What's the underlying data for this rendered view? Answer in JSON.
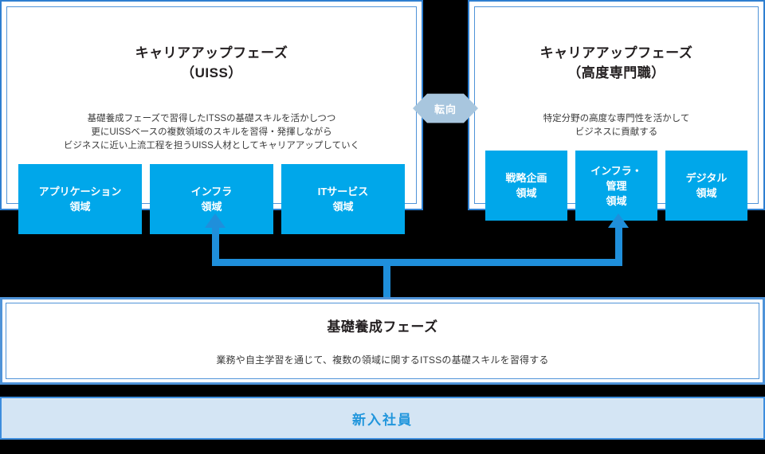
{
  "diagram": {
    "accent_blue": "#00a7ea",
    "connector_blue": "#1f8fdb",
    "border_blue": "#4f93d8",
    "switch_arrow_fill": "#a8c6de",
    "newhire_fill": "#d4e5f4",
    "newhire_text_color": "#2196dc"
  },
  "panel_uiss": {
    "title_main": "キャリアアップフェーズ",
    "title_sub": "（UISS）",
    "description": "基礎養成フェーズで習得したITSSの基礎スキルを活かしつつ\n更にUISSベースの複数領域のスキルを習得・発揮しながら\nビジネスに近い上流工程を担うUISS人材としてキャリアアップしていく",
    "domains": [
      {
        "label": "アプリケーション\n領域"
      },
      {
        "label": "インフラ\n領域"
      },
      {
        "label": "ITサービス\n領域"
      }
    ]
  },
  "panel_expert": {
    "title_main": "キャリアアップフェーズ",
    "title_sub": "（高度専門職）",
    "description": "特定分野の高度な専門性を活かして\nビジネスに貢献する",
    "domains": [
      {
        "label": "戦略企画\n領域"
      },
      {
        "label": "インフラ・\n管理\n領域"
      },
      {
        "label": "デジタル\n領域"
      }
    ]
  },
  "switch_arrow": {
    "label": "転向"
  },
  "foundation": {
    "title": "基礎養成フェーズ",
    "description": "業務や自主学習を通じて、複数の領域に関するITSSの基礎スキルを習得する"
  },
  "new_employee": {
    "label": "新入社員"
  }
}
